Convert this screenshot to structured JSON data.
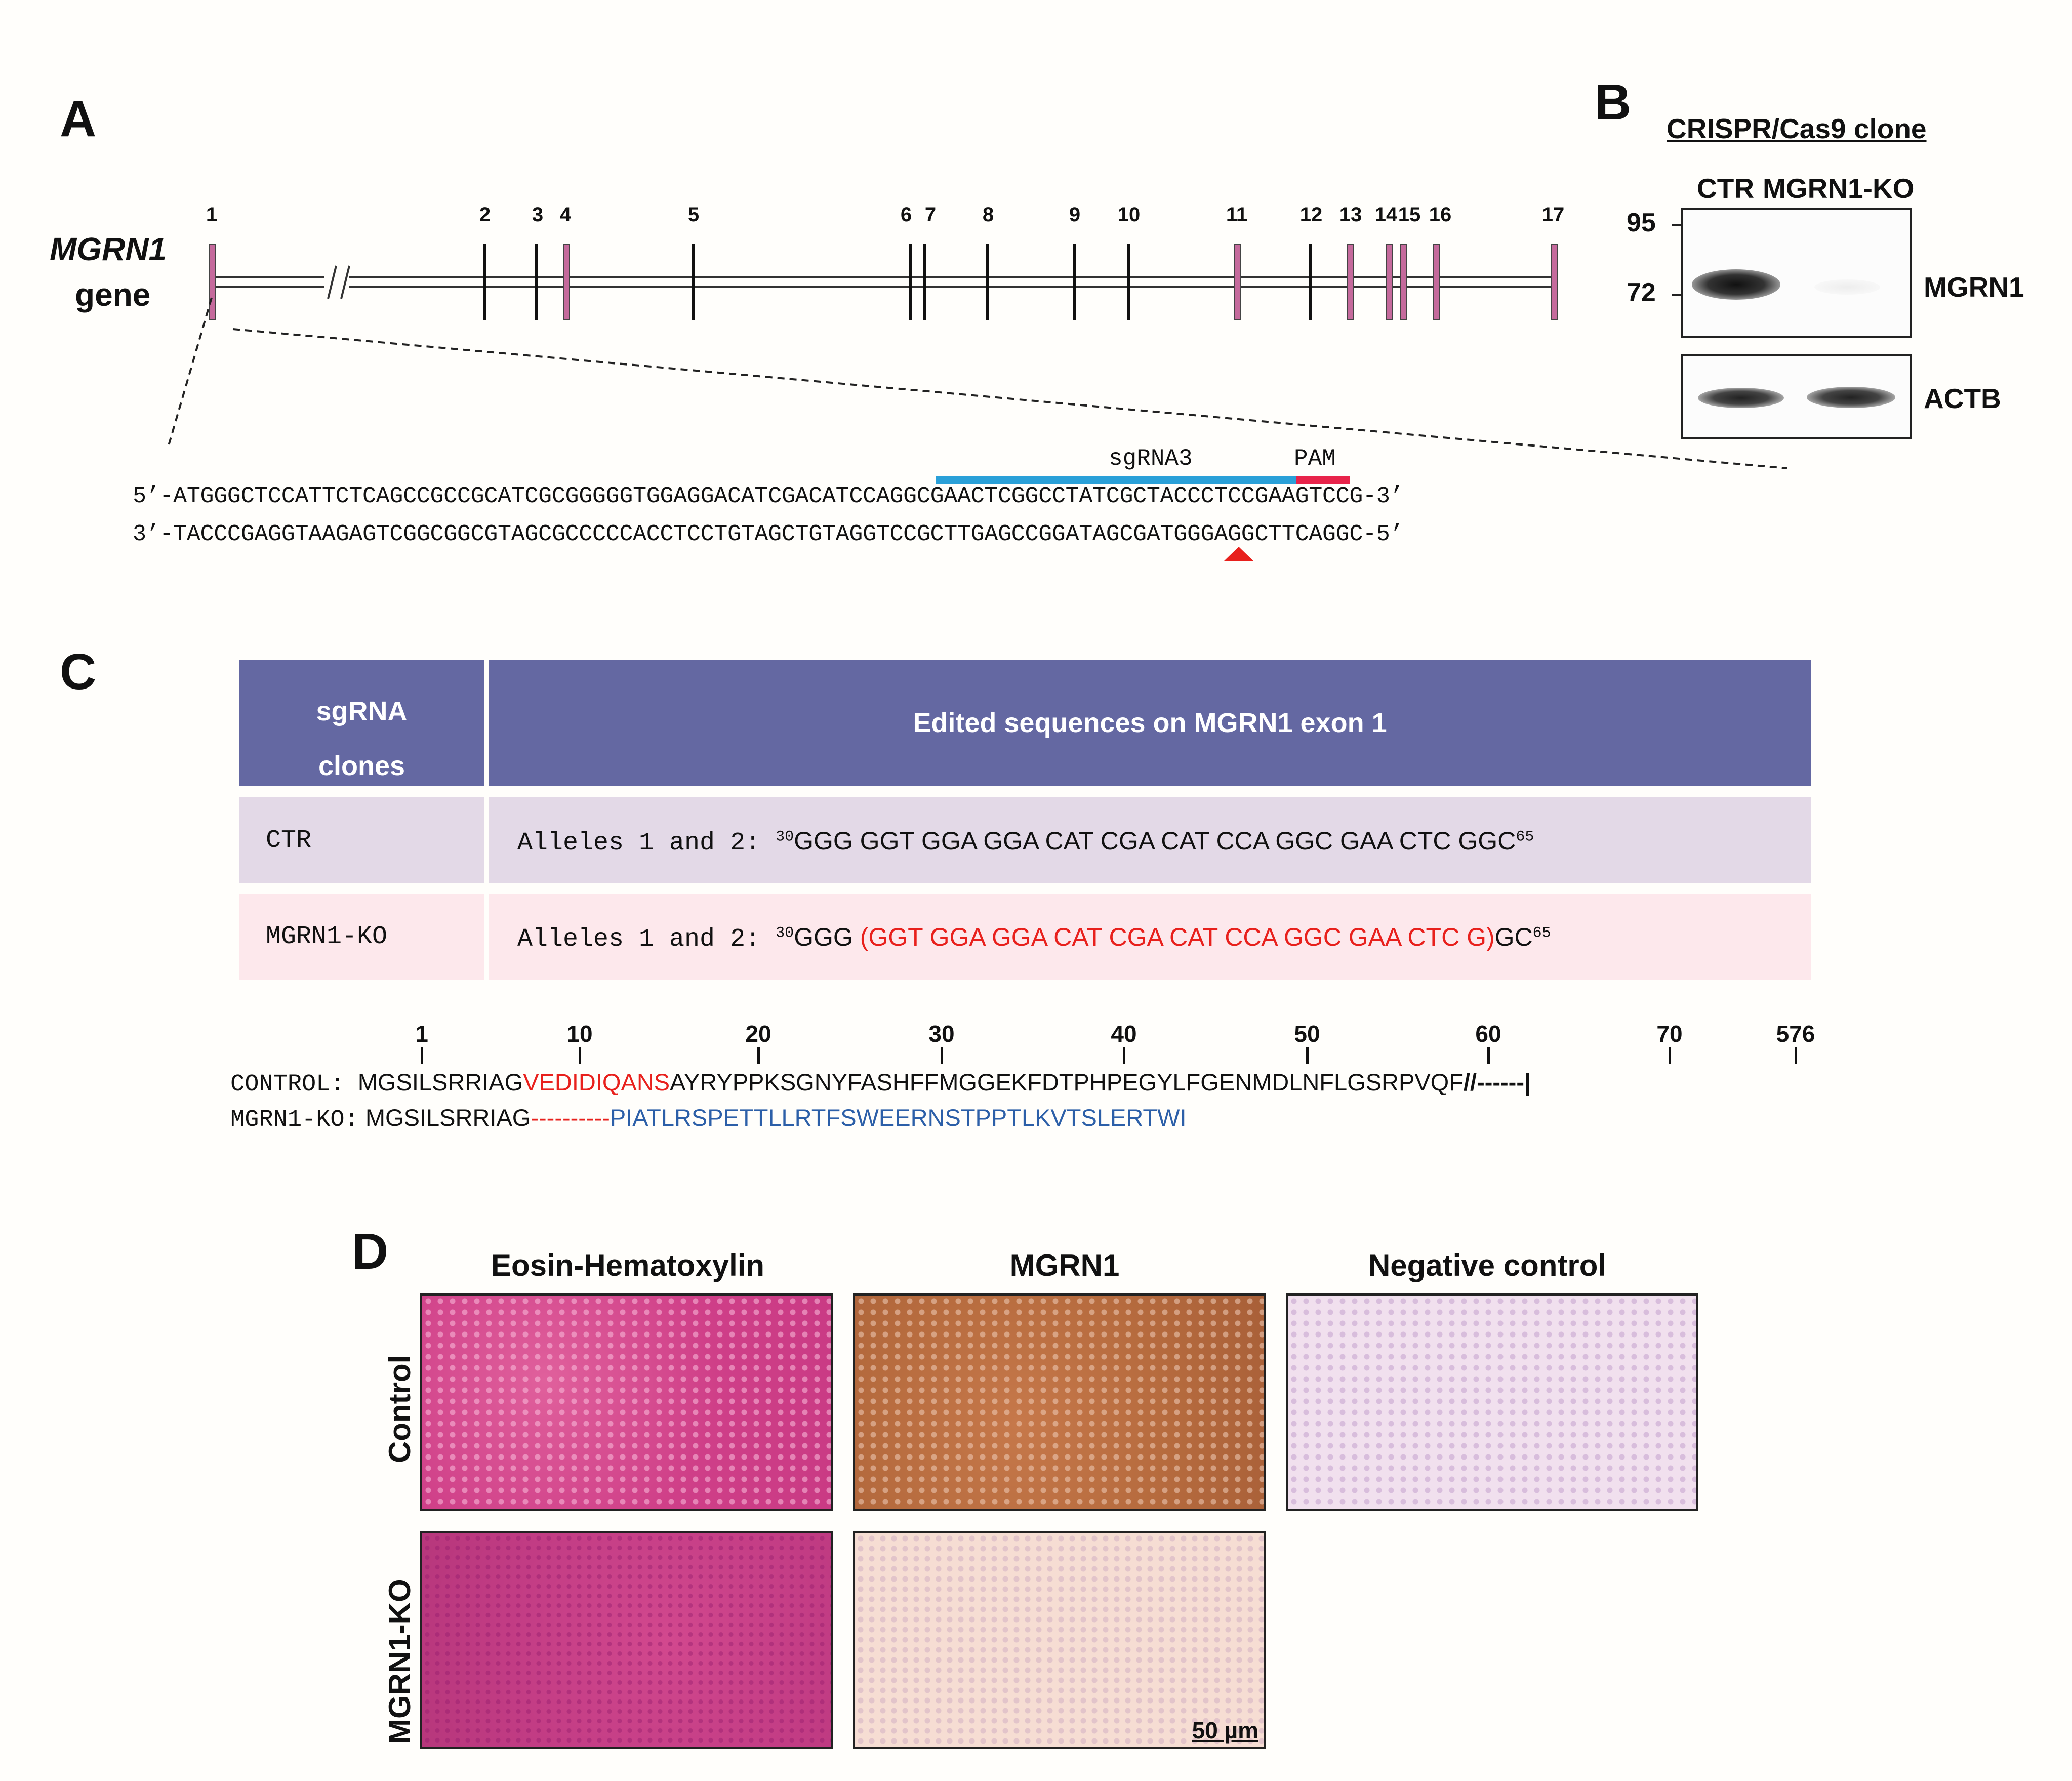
{
  "panels": {
    "A": "A",
    "B": "B",
    "C": "C",
    "D": "D"
  },
  "panel_a": {
    "gene_name": "MGRN1",
    "gene_word": "gene",
    "exons": [
      "1",
      "2",
      "3",
      "4",
      "5",
      "6",
      "7",
      "8",
      "9",
      "10",
      "11",
      "12",
      "13",
      "14",
      "15",
      "16",
      "17"
    ],
    "sgrna_label": "sgRNA3",
    "pam_label": "PAM",
    "seq_top": {
      "prefix": "5’-ATGGGCTCCATTCTCAGCCGCCGCATCGCGGGGGTGGAGGA",
      "sg": "CATCGACATCCAGGCGAACT",
      "pam": "CGG",
      "suffix": "CCTATCGCTACCCTCCGAAGTCCG-3’"
    },
    "seq_bottom": "3’-TACCCGAGGTAAGAGTCGGCGGCGTAGCGCCCCCACCTCCTGTAGCTGTAGGTCCGCTTGAGCCGGATAGCGATGGGAGGCTTCAGGC-5’",
    "colors": {
      "sgrna": "#2aa0d8",
      "pam": "#e8234a",
      "cut_marker": "#e8201c",
      "highlight_exon": "#c56a9c"
    }
  },
  "panel_b": {
    "title": "CRISPR/Cas9 clone",
    "lanes": [
      "CTR",
      "MGRN1-KO"
    ],
    "markers": [
      "95",
      "72"
    ],
    "blot_labels": [
      "MGRN1",
      "ACTB"
    ]
  },
  "panel_c": {
    "table": {
      "headers": [
        "sgRNA\nclones",
        "Edited sequences on MGRN1 exon 1"
      ],
      "rows": [
        {
          "clone": "CTR",
          "label": "Alleles 1 and 2:",
          "start": "30",
          "seq": "GGG GGT GGA GGA CAT CGA CAT CCA GGC GAA CTC GGC",
          "end": "65"
        },
        {
          "clone": "MGRN1-KO",
          "label": "Alleles 1 and 2:",
          "start": "30",
          "seq_pre": "GGG ",
          "seq_del": "(GGT GGA GGA CAT CGA CAT CCA GGC GAA CTC G)",
          "seq_post": "GC",
          "end": "65"
        }
      ],
      "colors": {
        "header": "#6468a2",
        "row_ctr": "#e3d9e7",
        "row_ko": "#fde8ec"
      }
    },
    "protein": {
      "positions": [
        "1",
        "10",
        "20",
        "30",
        "40",
        "50",
        "60",
        "70",
        "576"
      ],
      "control_label": "CONTROL:",
      "control_pre": "MGSILSRRIAG",
      "control_red": "VEDIDIQANS",
      "control_post": "AYRYPPKSGNYFASHFFMGGEKFDTPHPEGYLFGENMDLNFLGSRPVQF",
      "control_tail": "//------|",
      "ko_label": "MGRN1-KO:",
      "ko_pre": "MGSILSRRIAG",
      "ko_dash": "----------",
      "ko_frameshift": "PIATLRSPETTLLRTFSWEERNSTPPTLKVTSLERTWI"
    }
  },
  "panel_d": {
    "columns": [
      "Eosin-Hematoxylin",
      "MGRN1",
      "Negative control"
    ],
    "rows": [
      "Control",
      "MGRN1-KO"
    ],
    "scale_bar": "50 µm"
  }
}
